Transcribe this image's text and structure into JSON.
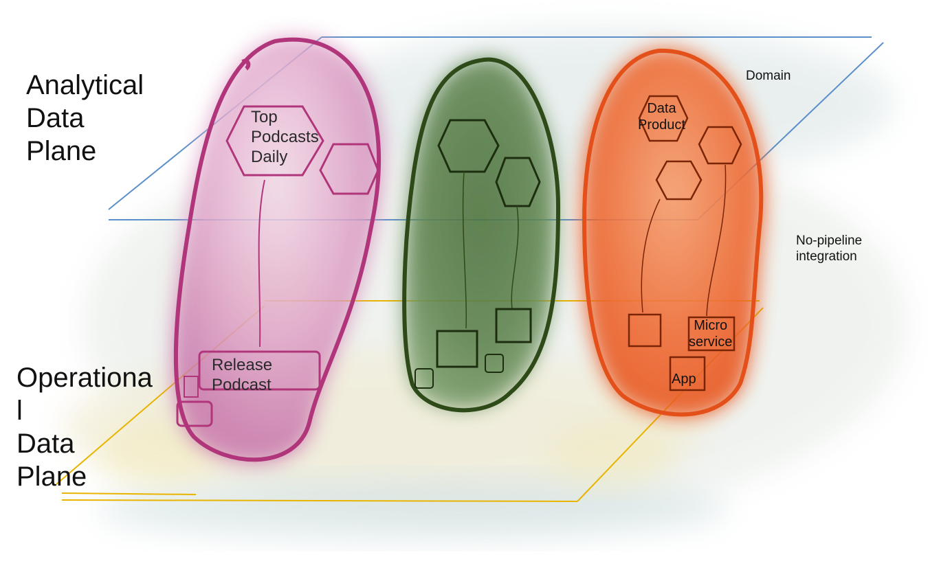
{
  "labels": {
    "analytical_plane": "Analytical\nData\nPlane",
    "operational_plane": "Operationa\nl\nData\nPlane",
    "domain": "Domain",
    "no_pipeline": "No-pipeline\nintegration",
    "top_podcasts": "Top\nPodcasts\nDaily",
    "release_podcast": "Release\nPodcast",
    "data_product": "Data\nProduct",
    "micro_service": "Micro\nservice",
    "app": "App"
  },
  "colors": {
    "analytical_plane_line": "#5b8fc9",
    "operational_plane_line": "#e8b400",
    "domain_pink": "#b0357a",
    "domain_green": "#3f5a23",
    "domain_orange": "#e4501a"
  },
  "icons": [
    "hexagon-icon",
    "cylinder-icon",
    "square-icon"
  ]
}
